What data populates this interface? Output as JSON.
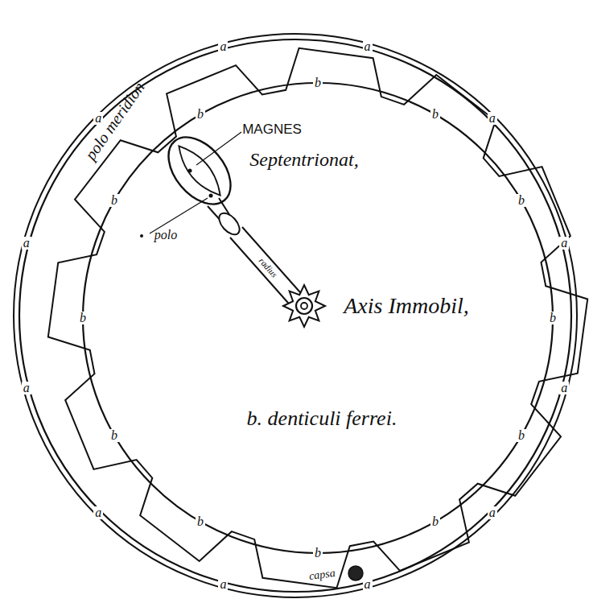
{
  "diagram": {
    "labels": [
      "polo meridion",
      "MAGNES",
      "Septentrionat,",
      "polo",
      "radius",
      "Axis Immobil,",
      "b. denticuli ferrei.",
      "capsa",
      "a",
      "a",
      "a",
      "a",
      "a",
      "a",
      "a",
      "a",
      "a",
      "a",
      "a",
      "a",
      "b",
      "b",
      "b",
      "b",
      "b",
      "b",
      "b",
      "b",
      "b",
      "b",
      "b",
      "b"
    ]
  }
}
